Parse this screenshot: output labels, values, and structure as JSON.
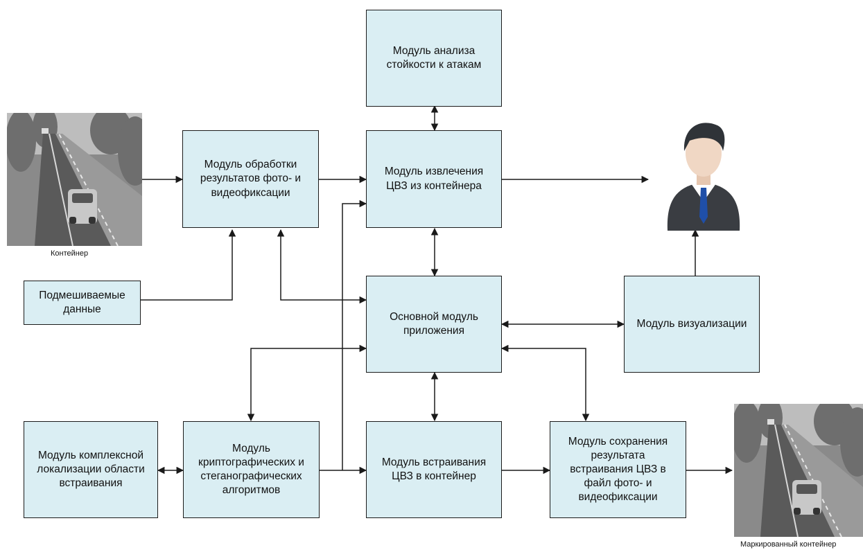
{
  "diagram": {
    "modules": {
      "attack_analysis": "Модуль анализа\nстойкости к атакам",
      "photo_processing": "Модуль обработки\nрезультатов фото- и\nвидеофиксации",
      "extraction": "Модуль извлечения\nЦВЗ из контейнера",
      "mixed_data": "Подмешиваемые\nданные",
      "main": "Основной модуль\nприложения",
      "visualization": "Модуль визуализации",
      "localization": "Модуль комплексной\nлокализации области\nвстраивания",
      "crypto": "Модуль\nкриптографических и\nстеганографических\nалгоритмов",
      "embedding": "Модуль встраивания\nЦВЗ в контейнер",
      "saving": "Модуль сохранения\nрезультата\nвстраивания ЦВЗ в\nфайл фото- и\nвидеофиксации"
    },
    "captions": {
      "container": "Контейнер",
      "marked_container": "Маркированный контейнер"
    },
    "colors": {
      "box_fill": "#daeef3",
      "line": "#1a1a1a"
    },
    "icons": [
      "road-photo-icon",
      "user-avatar-icon"
    ]
  }
}
